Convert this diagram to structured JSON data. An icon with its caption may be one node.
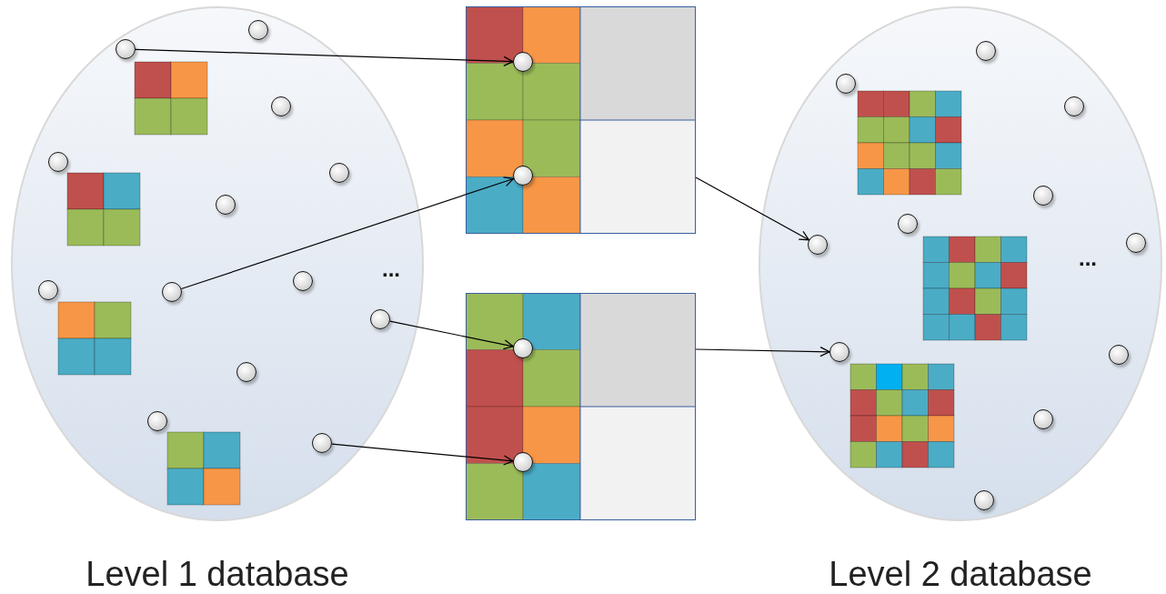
{
  "diagram": {
    "nodes": [
      {
        "text": [
          "Level 1 database"
        ]
      },
      {
        "text": [],
        "shape": "circle",
        "in": 0
      },
      {
        "text": [],
        "shape": "circle",
        "in": 0
      },
      {
        "text": [],
        "shape": "circle",
        "in": 0
      },
      {
        "text": [],
        "shape": "circle",
        "in": 0
      },
      {
        "text": [],
        "shape": "circle",
        "in": 0
      },
      {
        "text": [],
        "shape": "circle",
        "in": 0
      },
      {
        "text": [],
        "shape": "circle",
        "in": 0
      },
      {
        "text": [],
        "shape": "circle",
        "in": 0
      },
      {
        "text": [],
        "shape": "circle",
        "in": 0
      },
      {
        "text": [],
        "shape": "circle",
        "in": 0
      },
      {
        "text": [],
        "shape": "circle",
        "in": 0
      },
      {
        "text": [],
        "shape": "circle",
        "in": 0
      },
      {
        "text": [],
        "shape": "circle",
        "in": 0
      },
      {
        "text": [],
        "shape": "box"
      },
      {
        "text": [],
        "shape": "circle",
        "in": 14
      },
      {
        "text": [],
        "shape": "circle",
        "in": 14
      },
      {
        "text": [],
        "shape": "box"
      },
      {
        "text": [],
        "shape": "circle",
        "in": 17
      },
      {
        "text": [],
        "shape": "circle",
        "in": 17
      },
      {
        "text": [
          "Level 2 database"
        ]
      },
      {
        "text": [],
        "shape": "circle",
        "in": 20
      },
      {
        "text": [],
        "shape": "circle",
        "in": 20
      },
      {
        "text": [],
        "shape": "circle",
        "in": 20
      },
      {
        "text": [],
        "shape": "circle",
        "in": 20
      },
      {
        "text": [],
        "shape": "circle",
        "in": 20
      },
      {
        "text": [],
        "shape": "circle",
        "in": 20
      },
      {
        "text": [],
        "shape": "circle",
        "in": 20
      },
      {
        "text": [],
        "shape": "circle",
        "in": 20
      },
      {
        "text": [],
        "shape": "circle",
        "in": 20
      },
      {
        "text": [],
        "shape": "circle",
        "in": 20
      },
      {
        "text": [],
        "shape": "circle",
        "in": 20
      }
    ],
    "edges": [
      {
        "from": 2,
        "to": 15,
        "arrow": "to"
      },
      {
        "from": 9,
        "to": 16,
        "arrow": "to"
      },
      {
        "from": 10,
        "to": 18,
        "arrow": "to"
      },
      {
        "from": 13,
        "to": 19,
        "arrow": "to"
      },
      {
        "from": 14,
        "to": 27,
        "arrow": "to"
      },
      {
        "from": 17,
        "to": 28,
        "arrow": "to"
      }
    ],
    "labels": [
      "...",
      "..."
    ]
  }
}
